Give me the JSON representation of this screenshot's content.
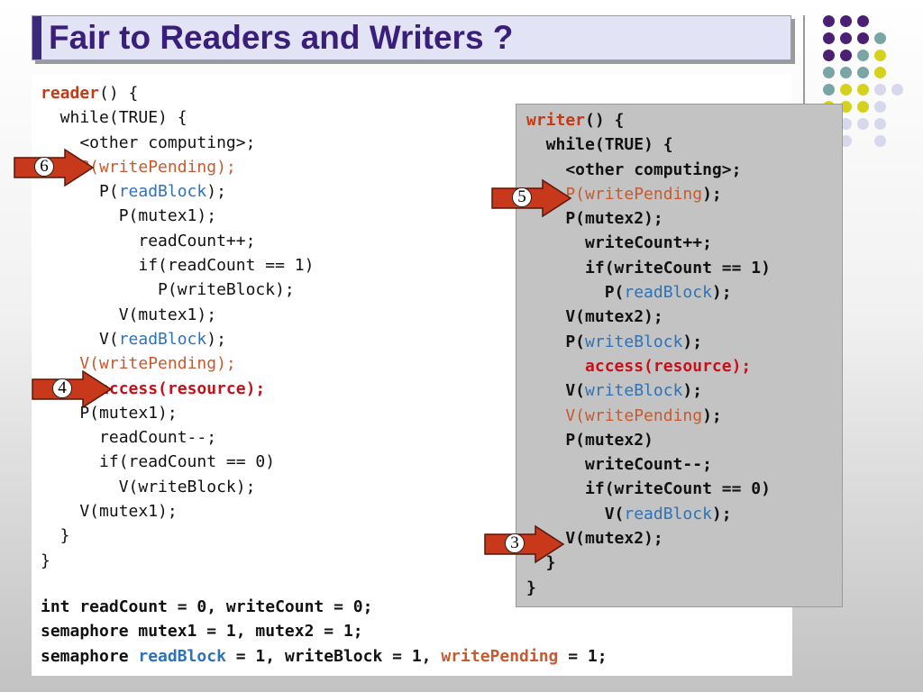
{
  "slide": {
    "title": "Fair to Readers and Writers ?",
    "theme_colors": {
      "title_text": "#3a1f7a",
      "dot_purple": "#4b1f73",
      "dot_teal": "#79a5a5",
      "dot_yellow": "#d4d21d",
      "dot_lavender": "#d8d8ec",
      "keyword": "#c23a17",
      "semaphore_blue": "#2e72b8",
      "pending_orange": "#c85a30",
      "access_red": "#c8101a"
    }
  },
  "reader": {
    "l1": {
      "name": "reader",
      "rest": "() {"
    },
    "l2": "  while(TRUE) {",
    "l3": "    <other computing>;",
    "l4": {
      "pre": "    P(",
      "sem": "writePending",
      "post": ");"
    },
    "l5": {
      "pre": "      P(",
      "sem": "readBlock",
      "post": ");"
    },
    "l6": "        P(mutex1);",
    "l7": "          readCount++;",
    "l8": "          if(readCount == 1)",
    "l9": "            P(writeBlock);",
    "l10": "        V(mutex1);",
    "l11": {
      "pre": "      V(",
      "sem": "readBlock",
      "post": ");"
    },
    "l12": {
      "pre": "    V(",
      "sem": "writePending",
      "post": ");"
    },
    "l13": {
      "indent": "      ",
      "text": "access(resource);"
    },
    "l14": "    P(mutex1);",
    "l15": "      readCount--;",
    "l16": "      if(readCount == 0)",
    "l17": "        V(writeBlock);",
    "l18": "    V(mutex1);",
    "l19": "  }",
    "l20": "}"
  },
  "writer": {
    "l1": {
      "name": "writer",
      "rest": "() {"
    },
    "l2": "  while(TRUE) {",
    "l3": "    <other computing>;",
    "l4": {
      "pre": "    P(",
      "sem": "writePending",
      "post": ");"
    },
    "l5": "    P(mutex2);",
    "l6": "      writeCount++;",
    "l7": "      if(writeCount == 1)",
    "l8": {
      "pre": "        P(",
      "sem": "readBlock",
      "post": ");"
    },
    "l9": "    V(mutex2);",
    "l10": {
      "pre": "    P(",
      "sem": "writeBlock",
      "post": ");"
    },
    "l11": {
      "indent": "      ",
      "text": "access(resource);"
    },
    "l12": {
      "pre": "    V(",
      "sem": "writeBlock",
      "post": ");"
    },
    "l13": {
      "pre": "    V(",
      "sem": "writePending",
      "post": ");"
    },
    "l14": "    P(mutex2)",
    "l15": "      writeCount--;",
    "l16": "      if(writeCount == 0)",
    "l17": {
      "pre": "        V(",
      "sem": "readBlock",
      "post": ");"
    },
    "l18": "    V(mutex2);",
    "l19": "  }",
    "l20": "}"
  },
  "declarations": {
    "line1": "int readCount = 0, writeCount = 0;",
    "line2": "semaphore mutex1 = 1, mutex2 = 1;",
    "line3": {
      "pre": "semaphore ",
      "read_block": "readBlock",
      "mid": " = 1, writeBlock = 1, ",
      "write_pending": "writePending",
      "post": " = 1;"
    }
  },
  "markers": [
    {
      "number": "6",
      "icon": "right-arrow-icon"
    },
    {
      "number": "5",
      "icon": "right-arrow-icon"
    },
    {
      "number": "4",
      "icon": "right-arrow-icon"
    },
    {
      "number": "3",
      "icon": "right-arrow-icon"
    }
  ]
}
